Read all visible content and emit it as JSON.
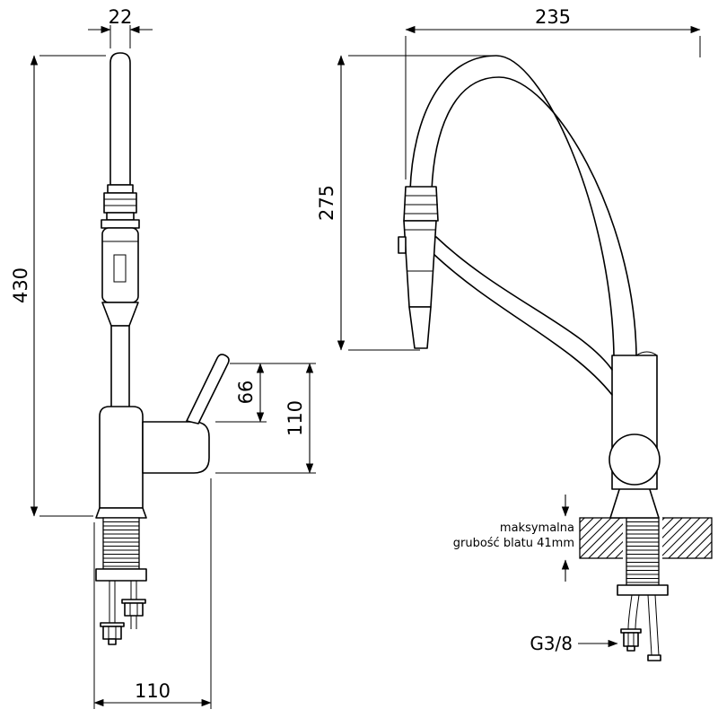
{
  "colors": {
    "ink": "#000000",
    "background": "#ffffff"
  },
  "side_view": {
    "dim_wand_diameter": "22",
    "dim_total_height": "430",
    "dim_handle_rise": "66",
    "dim_handle_height": "110",
    "dim_base_depth": "110"
  },
  "front_view": {
    "dim_reach": "235",
    "dim_spout_height": "275",
    "counter_note_line1": "maksymalna",
    "counter_note_line2": "grubość blatu 41mm",
    "thread_label": "G3/8"
  }
}
